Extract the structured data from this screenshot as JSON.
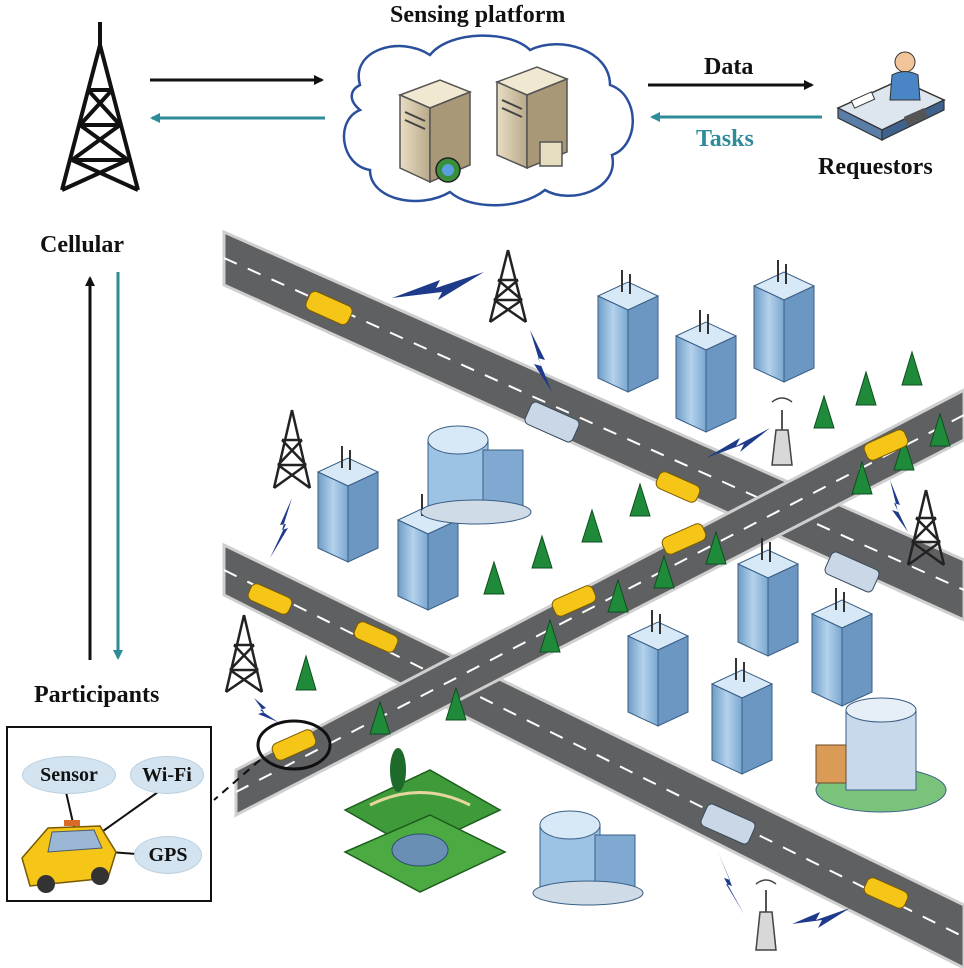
{
  "labels": {
    "sensing_platform": "Sensing platform",
    "data": "Data",
    "tasks": "Tasks",
    "requestors": "Requestors",
    "cellular": "Cellular",
    "participants": "Participants"
  },
  "inset": {
    "sensor": "Sensor",
    "wifi": "Wi-Fi",
    "gps": "GPS"
  },
  "colors": {
    "road": "#5f6062",
    "road_edge": "#cfcfcf",
    "lane_mark": "#ffffff",
    "teal_arrow": "#2e8b9a",
    "black_arrow": "#111111",
    "building": "#8fb6d9",
    "taxi": "#f5c518",
    "tree": "#1f8a3a",
    "lightning": "#1e3a8a",
    "cloud_border": "#2a4f9c"
  }
}
